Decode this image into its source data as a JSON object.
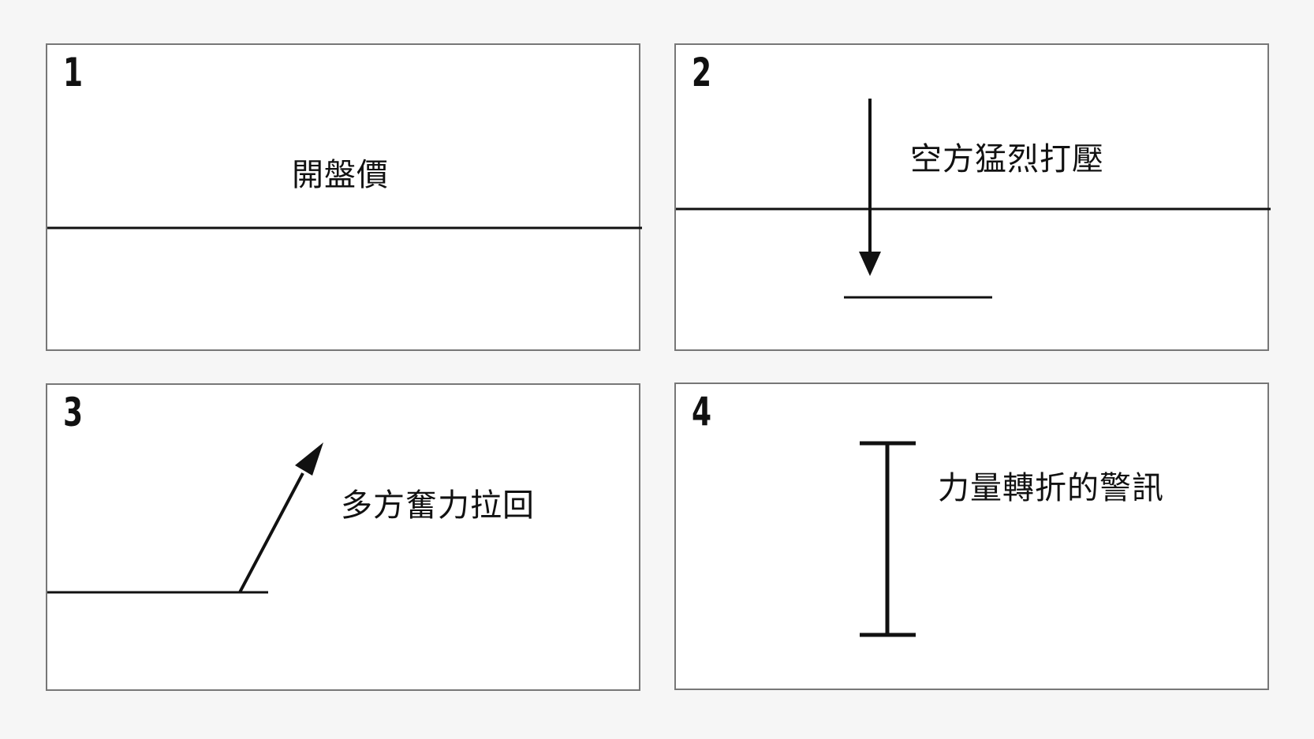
{
  "colors": {
    "background": "#f6f6f6",
    "panel_fill": "#ffffff",
    "panel_border": "#777777",
    "stroke": "#111111"
  },
  "panels": [
    {
      "number": "1",
      "label": "開盤價"
    },
    {
      "number": "2",
      "label": "空方猛烈打壓",
      "icon": "down-arrow-icon"
    },
    {
      "number": "3",
      "label": "多方奮力拉回",
      "icon": "up-right-arrow-icon"
    },
    {
      "number": "4",
      "label": "力量轉折的警訊",
      "icon": "i-beam-bar-icon"
    }
  ]
}
